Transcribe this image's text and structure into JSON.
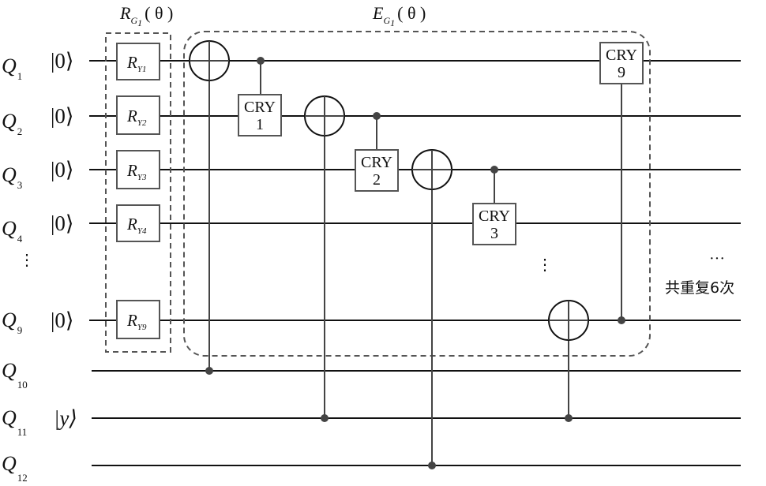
{
  "qubits": [
    {
      "label": "Q",
      "sub": "1",
      "ket": "|0⟩"
    },
    {
      "label": "Q",
      "sub": "2",
      "ket": "|0⟩"
    },
    {
      "label": "Q",
      "sub": "3",
      "ket": "|0⟩"
    },
    {
      "label": "Q",
      "sub": "4",
      "ket": "|0⟩"
    },
    {
      "label": "Q",
      "sub": "9",
      "ket": "|0⟩"
    },
    {
      "label": "Q",
      "sub": "10",
      "ket": ""
    },
    {
      "label": "Q",
      "sub": "11",
      "ket": "|y⟩"
    },
    {
      "label": "Q",
      "sub": "12",
      "ket": ""
    }
  ],
  "rotation_block": {
    "title": {
      "main": "R",
      "sub": "G",
      "subsub": "1",
      "arg": "( θ )"
    },
    "gates": [
      {
        "main": "R",
        "sub": "Y1"
      },
      {
        "main": "R",
        "sub": "Y2"
      },
      {
        "main": "R",
        "sub": "Y3"
      },
      {
        "main": "R",
        "sub": "Y4"
      },
      {
        "main": "R",
        "sub": "Y9"
      }
    ]
  },
  "entangle_block": {
    "title": {
      "main": "E",
      "sub": "G",
      "subsub": "1",
      "arg": "( θ )"
    },
    "cry_gates": [
      {
        "name": "CRY",
        "index": "1"
      },
      {
        "name": "CRY",
        "index": "2"
      },
      {
        "name": "CRY",
        "index": "3"
      },
      {
        "name": "CRY",
        "index": "9"
      }
    ],
    "continuation": "⋮"
  },
  "vertical_dots": "⋮",
  "trailing_dots": "···",
  "repeat_note": "共重复6次"
}
